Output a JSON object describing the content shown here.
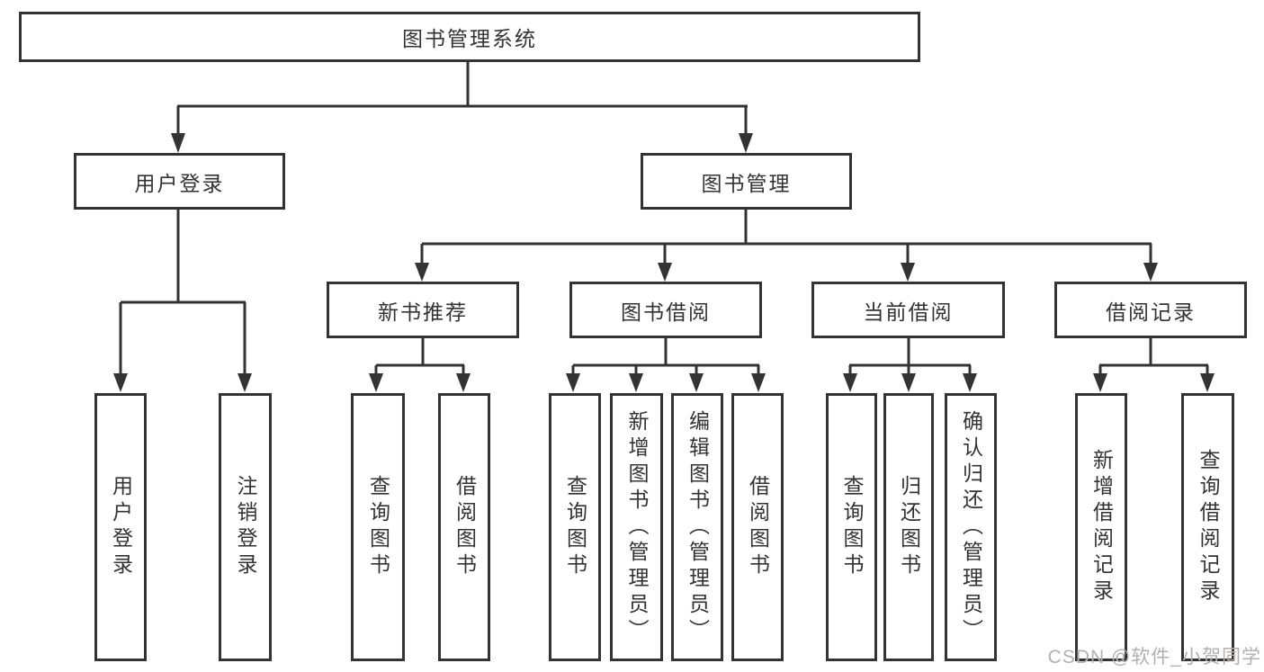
{
  "tree": {
    "root": "图书管理系统",
    "branches": [
      {
        "label": "用户登录",
        "children": [
          {
            "label": "用户登录"
          },
          {
            "label": "注销登录"
          }
        ]
      },
      {
        "label": "图书管理",
        "children": [
          {
            "label": "新书推荐",
            "children": [
              {
                "label": "查询图书"
              },
              {
                "label": "借阅图书"
              }
            ]
          },
          {
            "label": "图书借阅",
            "children": [
              {
                "label": "查询图书"
              },
              {
                "label": "新增图书（管理员）"
              },
              {
                "label": "编辑图书（管理员）"
              },
              {
                "label": "借阅图书"
              }
            ]
          },
          {
            "label": "当前借阅",
            "children": [
              {
                "label": "查询图书"
              },
              {
                "label": "归还图书"
              },
              {
                "label": "确认归还（管理员）"
              }
            ]
          },
          {
            "label": "借阅记录",
            "children": [
              {
                "label": "新增借阅记录"
              },
              {
                "label": "查询借阅记录"
              }
            ]
          }
        ]
      }
    ]
  },
  "watermark": {
    "text": "CSDN @软件_小贺同学"
  },
  "colors": {
    "line": "#333333",
    "text": "#333333",
    "background": "#ffffff",
    "watermark": "#b5afaf"
  }
}
